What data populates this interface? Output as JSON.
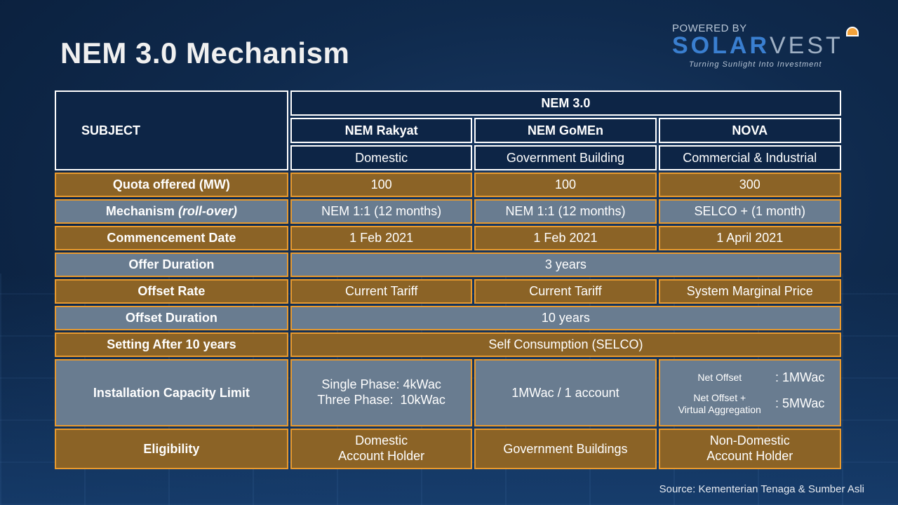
{
  "title": "NEM 3.0 Mechanism",
  "logo": {
    "powered_by": "POWERED BY",
    "brand_solar": "SOLAR",
    "brand_vest": "VEST",
    "tagline": "Turning Sunlight Into Investment"
  },
  "table": {
    "subject_label": "SUBJECT",
    "group_header": "NEM 3.0",
    "schemes": [
      {
        "name": "NEM Rakyat",
        "category": "Domestic"
      },
      {
        "name": "NEM GoMEn",
        "category": "Government Building"
      },
      {
        "name": "NOVA",
        "category": "Commercial & Industrial"
      }
    ],
    "rows": {
      "quota": {
        "label": "Quota offered (MW)",
        "values": [
          "100",
          "100",
          "300"
        ]
      },
      "mechanism": {
        "label": "Mechanism ",
        "label_em": "(roll-over)",
        "values": [
          "NEM 1:1 (12 months)",
          "NEM 1:1 (12 months)",
          "SELCO + (1 month)"
        ]
      },
      "commencement": {
        "label": "Commencement Date",
        "values": [
          "1 Feb 2021",
          "1 Feb 2021",
          "1 April 2021"
        ]
      },
      "offer_duration": {
        "label": "Offer Duration",
        "value": "3 years"
      },
      "offset_rate": {
        "label": "Offset Rate",
        "values": [
          "Current Tariff",
          "Current Tariff",
          "System Marginal Price"
        ]
      },
      "offset_duration": {
        "label": "Offset Duration",
        "value": "10 years"
      },
      "after_10": {
        "label": "Setting After 10 years",
        "value": "Self Consumption (SELCO)"
      },
      "capacity": {
        "label": "Installation Capacity Limit",
        "rakyat_line1": "Single Phase: 4kWac",
        "rakyat_line2": "Three Phase:  10kWac",
        "gomen": "1MWac / 1 account",
        "nova_net_offset_label": "Net Offset",
        "nova_net_offset_value": ": 1MWac",
        "nova_va_label_line1": "Net Offset +",
        "nova_va_label_line2": "Virtual Aggregation",
        "nova_va_value": ": 5MWac"
      },
      "eligibility": {
        "label": "Eligibility",
        "rakyat_line1": "Domestic",
        "rakyat_line2": "Account Holder",
        "gomen": "Government Buildings",
        "nova_line1": "Non-Domestic",
        "nova_line2": "Account Holder"
      }
    }
  },
  "source": "Source: Kementerian Tenaga & Sumber Asli",
  "colors": {
    "background": "#0f2a4d",
    "orange_row": "#8b6326",
    "gray_row": "#697c90",
    "border_accent": "#e99a2e"
  }
}
